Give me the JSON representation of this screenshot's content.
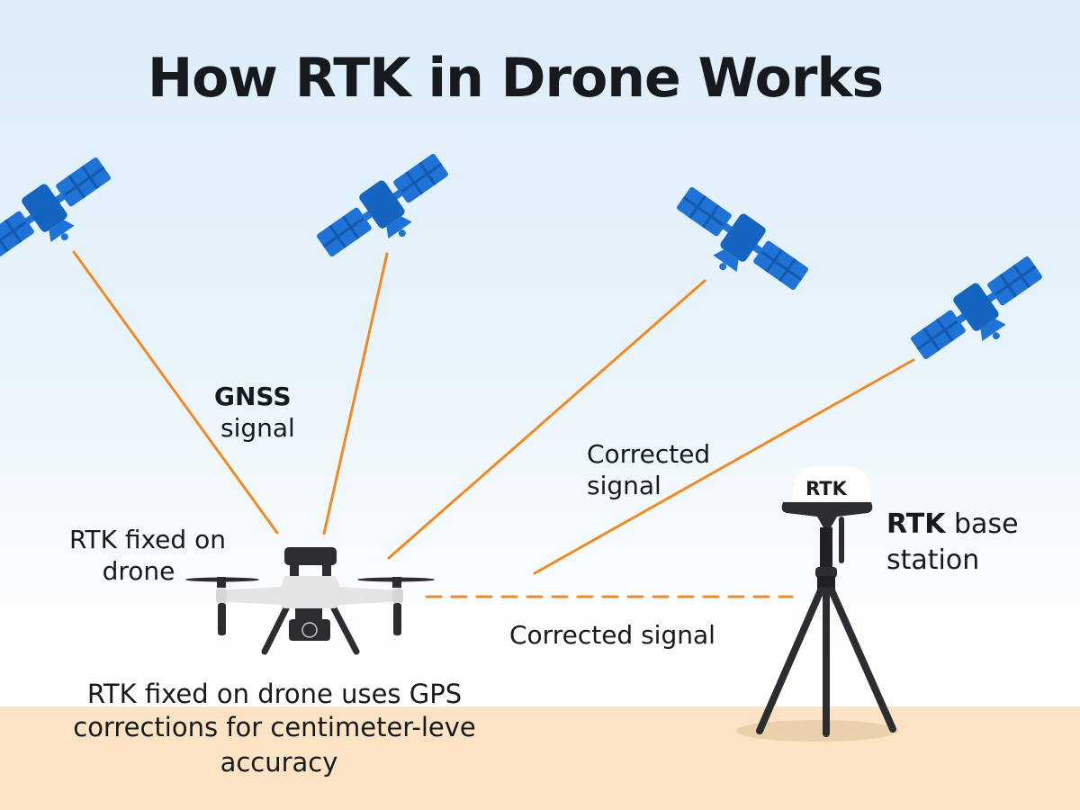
{
  "title": "How RTK in Drone Works",
  "labels": {
    "gnss_line1": "GNSS",
    "gnss_line2": "signal",
    "corrected_upper_line1": "Corrected",
    "corrected_upper_line2": "signal",
    "drone_line1": "RTK fixed on",
    "drone_line2": "drone",
    "base_bold": "RTK",
    "base_rest": "base",
    "base_line2": "station",
    "corrected_lower": "Corrected signal",
    "antenna_text": "RTK"
  },
  "caption": {
    "line1": "RTK fixed on drone uses GPS",
    "line2": "corrections for centimeter-leve",
    "line3": "accuracy"
  },
  "colors": {
    "signal": "#f08a24",
    "satellite": "#1f6fd0",
    "ground": "#fbe3c3",
    "device_dark": "#2b2d30"
  }
}
